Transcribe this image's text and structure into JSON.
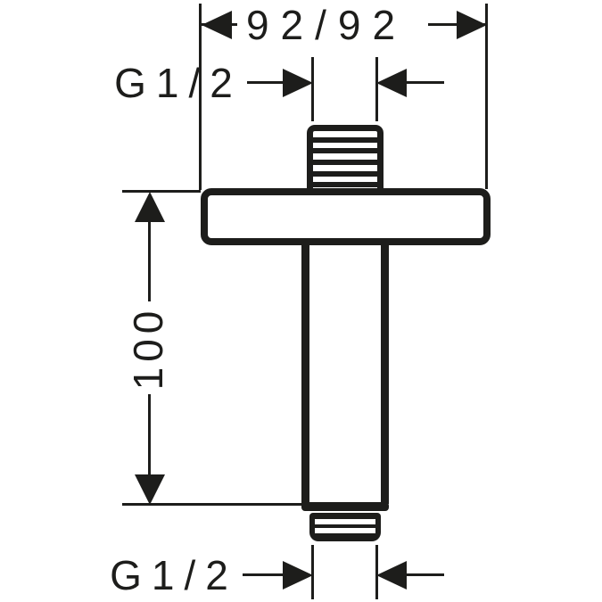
{
  "colors": {
    "line": "#1d1d1b",
    "background": "#ffffff"
  },
  "dimensions": {
    "plate_width": "92/92",
    "top_thread": "G1/2",
    "arm_length": "100",
    "bottom_thread": "G1/2"
  },
  "icons": {
    "arrowheads": [
      "arrow-left-icon",
      "arrow-right-icon",
      "arrow-up-icon",
      "arrow-down-icon"
    ]
  }
}
